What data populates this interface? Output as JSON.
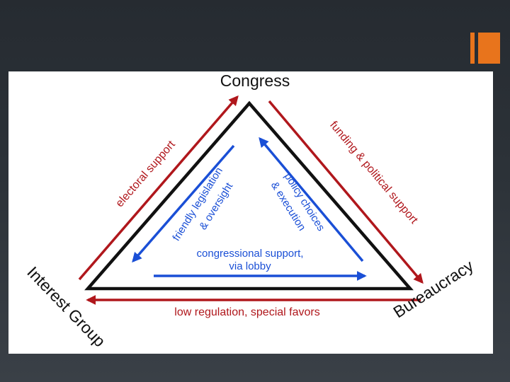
{
  "diagram": {
    "vertices": {
      "top": "Congress",
      "left": "Interest Group",
      "right": "Bureaucracy"
    },
    "outer_arrows": {
      "left": "electoral support",
      "right": "funding & political support",
      "bottom": "low regulation, special favors"
    },
    "inner_arrows": {
      "left_line1": "friendly legislation",
      "left_line2": "& oversight",
      "right_line1": "policy choices",
      "right_line2": "& execution",
      "bottom_line1": "congressional support,",
      "bottom_line2": "via lobby"
    },
    "colors": {
      "triangle": "#111111",
      "outer_arrows": "#b0171c",
      "inner_arrows": "#1a4fd6",
      "accent": "#e8741c"
    }
  }
}
